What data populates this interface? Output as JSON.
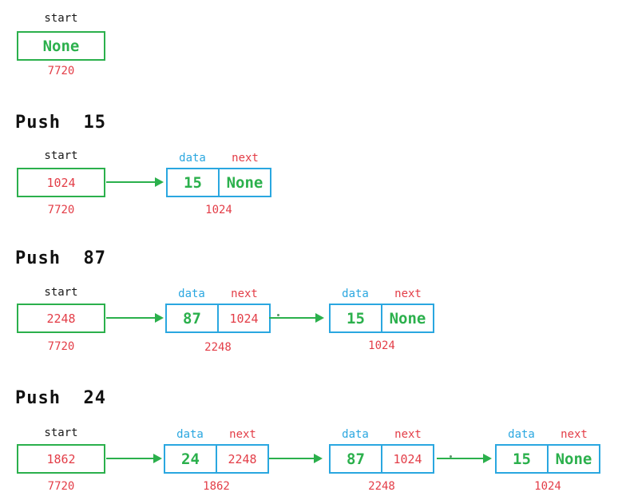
{
  "colors": {
    "green": "#2bb04c",
    "red": "#e33d47",
    "cyan": "#2aa7e0"
  },
  "shared": {
    "start_label": "start",
    "data_label": "data",
    "next_label": "next"
  },
  "sections": [
    {
      "name": "initial",
      "start": {
        "value": "None",
        "address": "7720"
      },
      "nodes": []
    },
    {
      "name": "push-15",
      "heading": "Push  15",
      "start": {
        "value": "1024",
        "address": "7720"
      },
      "nodes": [
        {
          "data": "15",
          "next": "None",
          "address": "1024"
        }
      ]
    },
    {
      "name": "push-87",
      "heading": "Push  87",
      "start": {
        "value": "2248",
        "address": "7720"
      },
      "nodes": [
        {
          "data": "87",
          "next": "1024",
          "address": "2248"
        },
        {
          "data": "15",
          "next": "None",
          "address": "1024"
        }
      ]
    },
    {
      "name": "push-24",
      "heading": "Push  24",
      "start": {
        "value": "1862",
        "address": "7720"
      },
      "nodes": [
        {
          "data": "24",
          "next": "2248",
          "address": "1862"
        },
        {
          "data": "87",
          "next": "1024",
          "address": "2248"
        },
        {
          "data": "15",
          "next": "None",
          "address": "1024"
        }
      ]
    }
  ]
}
